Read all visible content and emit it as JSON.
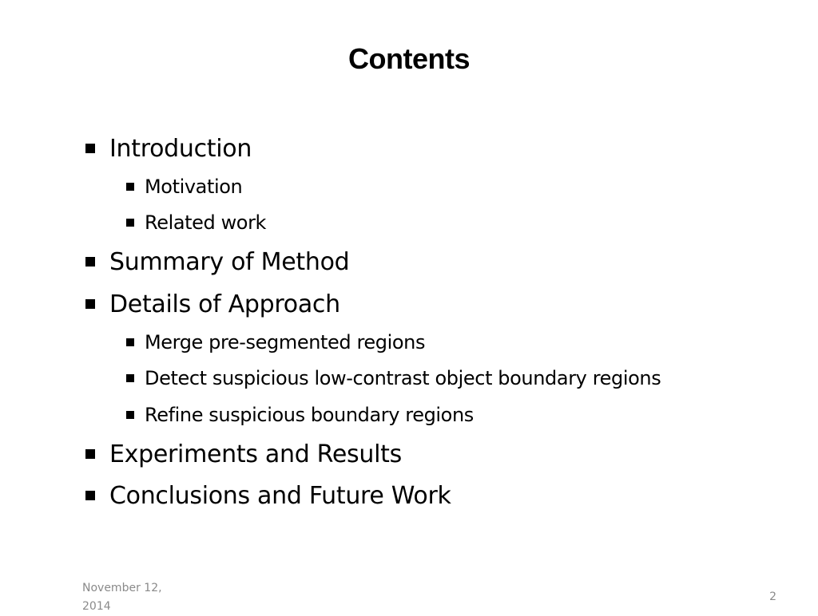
{
  "slide": {
    "title": "Contents",
    "items": [
      {
        "level": 1,
        "text": "Introduction"
      },
      {
        "level": 2,
        "text": "Motivation"
      },
      {
        "level": 2,
        "text": "Related work"
      },
      {
        "level": 1,
        "text": "Summary of Method"
      },
      {
        "level": 1,
        "text": "Details of Approach"
      },
      {
        "level": 2,
        "text": "Merge pre-segmented regions"
      },
      {
        "level": 2,
        "text": "Detect suspicious low-contrast object boundary regions"
      },
      {
        "level": 2,
        "text": "Refine suspicious boundary regions"
      },
      {
        "level": 1,
        "text": "Experiments and Results"
      },
      {
        "level": 1,
        "text": "Conclusions and Future Work"
      }
    ]
  },
  "footer": {
    "date": "November 12, 2014",
    "page_number": "2"
  }
}
